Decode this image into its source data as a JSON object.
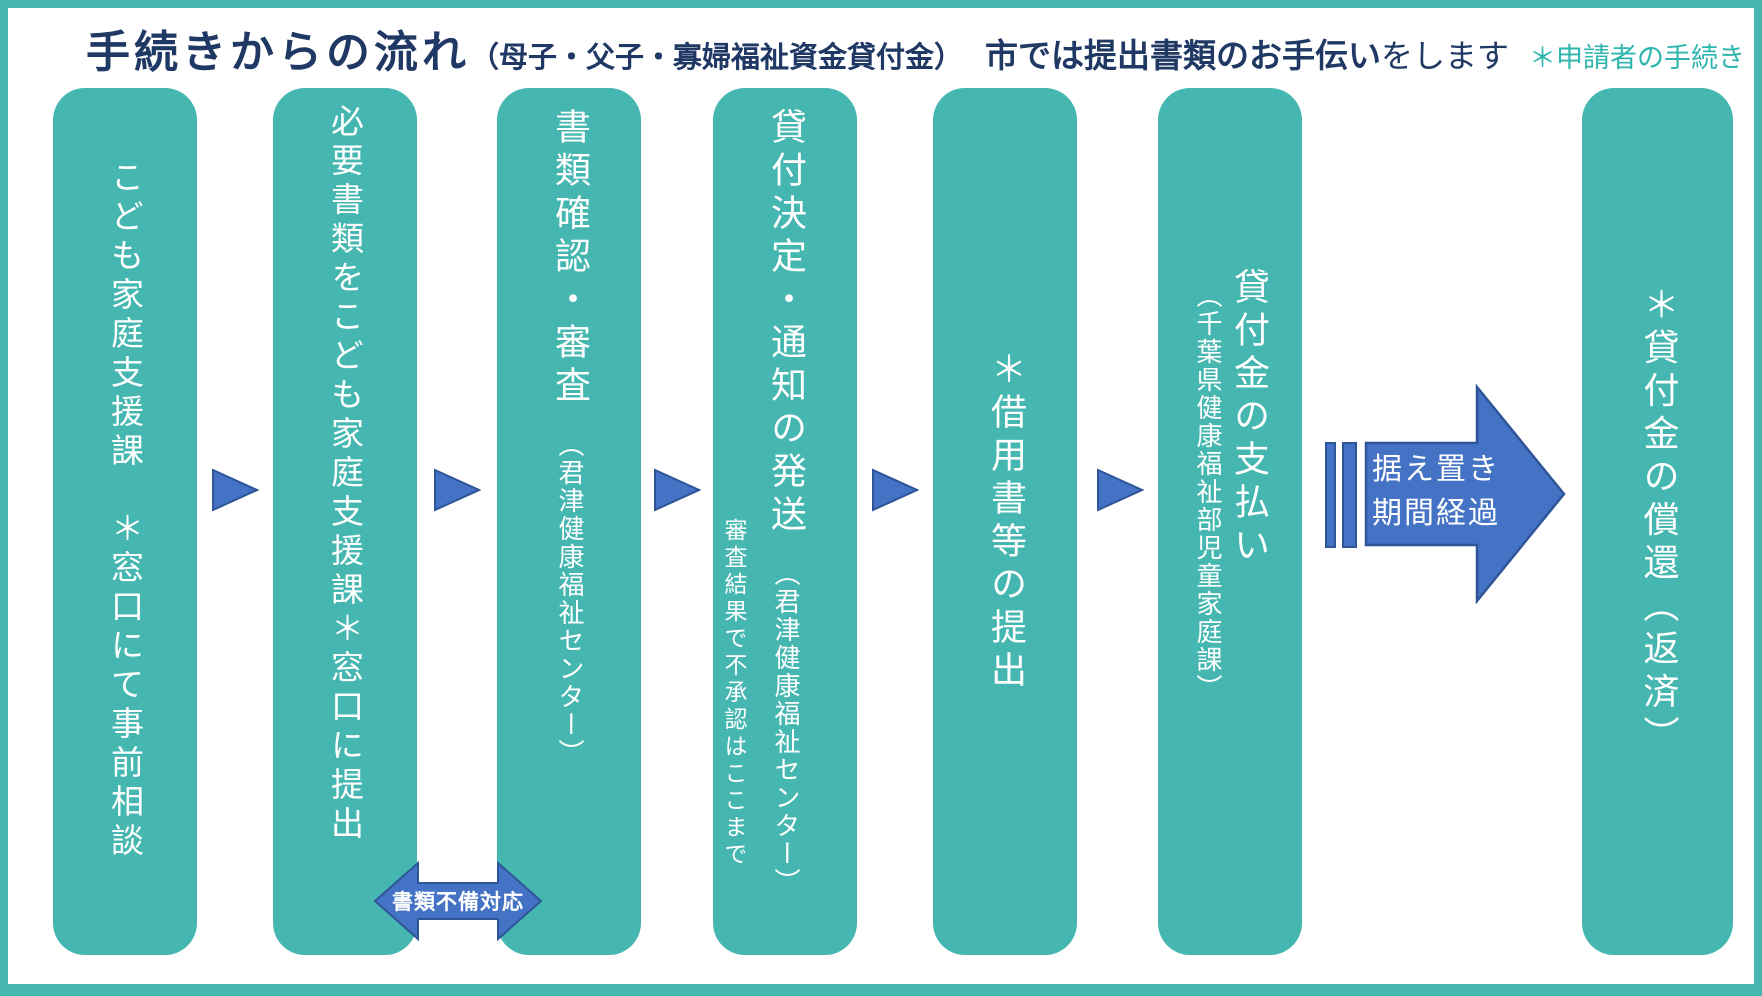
{
  "header": {
    "title_main": "手続きからの流れ",
    "title_paren": "（母子・父子・寡婦福祉資金貸付金）",
    "subtitle_bold": "市では提出書類のお手伝い",
    "subtitle_regular": "をします",
    "note": "＊申請者の手続き"
  },
  "flow": {
    "steps": [
      {
        "label": "こども家庭支援課　＊窓口にて事前相談"
      },
      {
        "label": "必要書類をこども家庭支援課＊窓口に提出"
      },
      {
        "label": "書類確認・審査",
        "annotation": "（君津健康福祉センター）"
      },
      {
        "label": "貸付決定・通知の発送",
        "annotation": "（君津健康福祉センター）",
        "note": "審査結果で不承認はここまで"
      },
      {
        "label": "＊借用書等の提出"
      },
      {
        "label": "貸付金の支払い",
        "annotation": "（千葉県健康福祉部児童家庭課）"
      },
      {
        "label": "＊貸付金の償還（返済）"
      }
    ],
    "loop_arrow_label": "書類不備対応",
    "grace_label_line1": "据え置き",
    "grace_label_line2": "期間経過"
  },
  "colors": {
    "step_teal": "#45b7b0",
    "title_navy": "#1f3864",
    "note_teal": "#2eb5ae",
    "arrow_blue": "#4472c4",
    "arrow_border": "#2e5597",
    "text_white": "#ffffff"
  }
}
